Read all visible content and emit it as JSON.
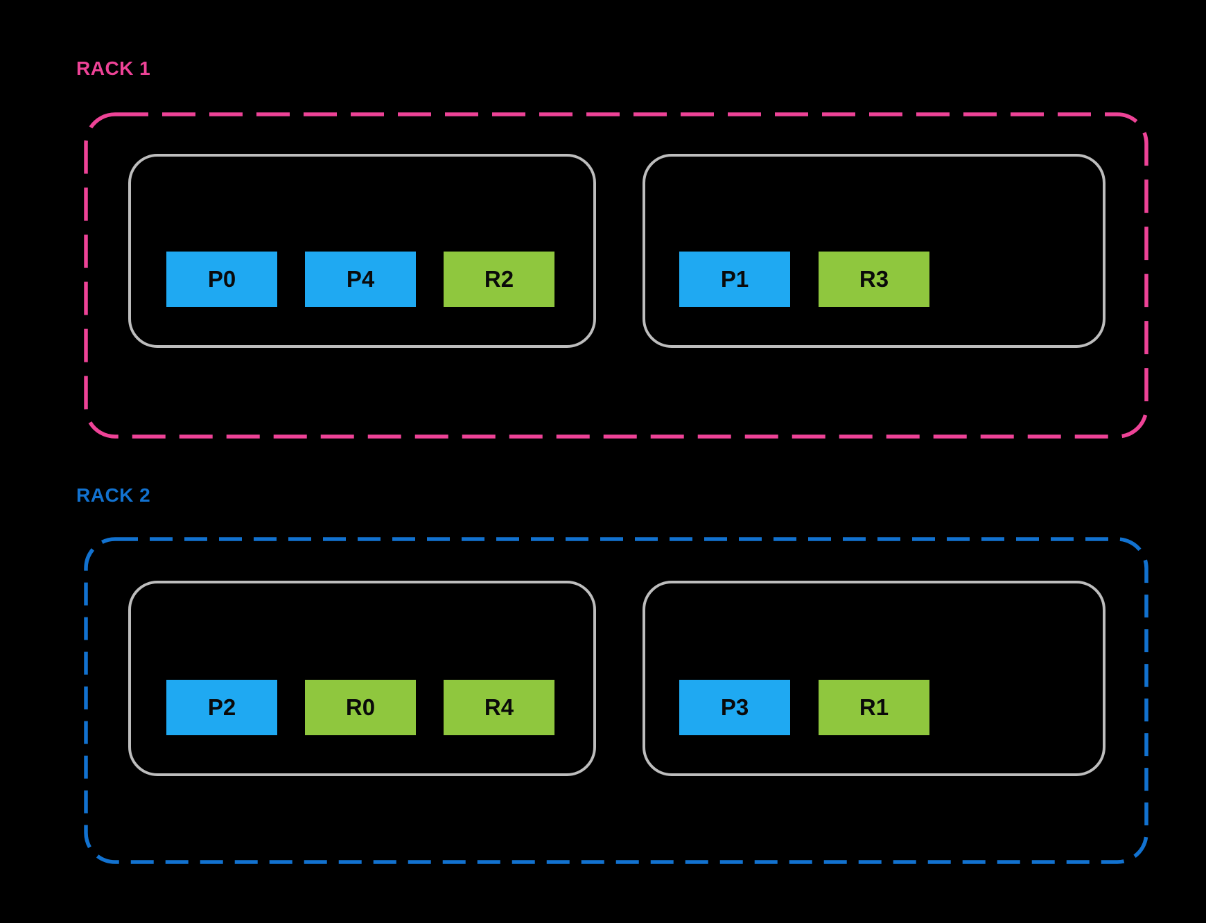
{
  "diagram_title": "",
  "colors": {
    "background": "#000000",
    "rack1_accent": "#EE4397",
    "rack2_accent": "#1272D0",
    "primary_block": "#1FA9F2",
    "replica_block": "#8FC73E",
    "host_border": "#BDBDBD",
    "block_text": "#0A0A0A"
  },
  "racks": [
    {
      "label": "RACK 1",
      "accent_color": "#EE4397",
      "hosts": [
        {
          "slots": [
            {
              "label": "P0",
              "type": "primary",
              "color": "#1FA9F2"
            },
            {
              "label": "P4",
              "type": "primary",
              "color": "#1FA9F2"
            },
            {
              "label": "R2",
              "type": "replica",
              "color": "#8FC73E"
            }
          ]
        },
        {
          "slots": [
            {
              "label": "P1",
              "type": "primary",
              "color": "#1FA9F2"
            },
            {
              "label": "R3",
              "type": "replica",
              "color": "#8FC73E"
            }
          ]
        }
      ]
    },
    {
      "label": "RACK 2",
      "accent_color": "#1272D0",
      "hosts": [
        {
          "slots": [
            {
              "label": "P2",
              "type": "primary",
              "color": "#1FA9F2"
            },
            {
              "label": "R0",
              "type": "replica",
              "color": "#8FC73E"
            },
            {
              "label": "R4",
              "type": "replica",
              "color": "#8FC73E"
            }
          ]
        },
        {
          "slots": [
            {
              "label": "P3",
              "type": "primary",
              "color": "#1FA9F2"
            },
            {
              "label": "R1",
              "type": "replica",
              "color": "#8FC73E"
            }
          ]
        }
      ]
    }
  ]
}
